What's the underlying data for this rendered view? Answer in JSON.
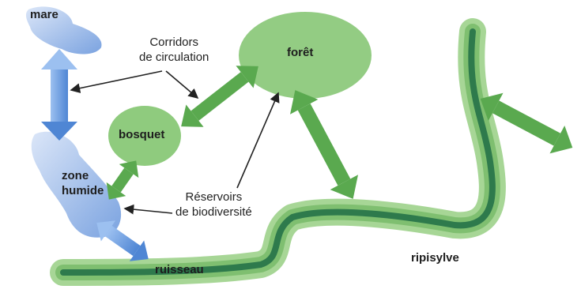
{
  "labels": {
    "mare": "mare",
    "zone_humide": "zone\nhumide",
    "bosquet": "bosquet",
    "foret": "forêt",
    "ruisseau": "ruisseau",
    "ripisylve": "ripisylve",
    "corridors": "Corridors\nde circulation",
    "reservoirs": "Réservoirs\nde biodiversité"
  },
  "colors": {
    "water_light": "#b9cdee",
    "water_dark": "#6f99dc",
    "arrow_blue": "#4d86d6",
    "green_fill": "#8fca7e",
    "green_arrow": "#5aa94f",
    "ripisylve_band": "#9fd28f",
    "stream_dark": "#2f7a4a",
    "annotation_line": "#222222"
  }
}
